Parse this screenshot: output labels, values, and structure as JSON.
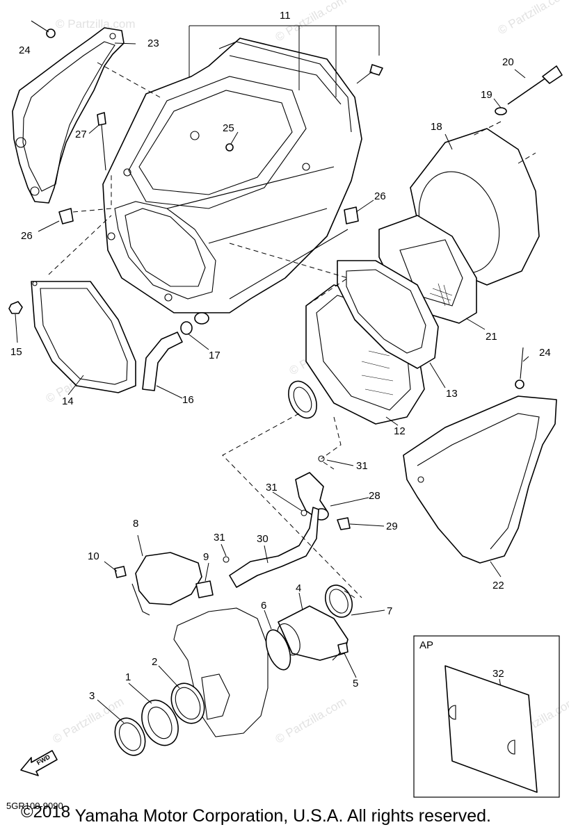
{
  "watermark": "© Partzilla.com",
  "callouts": {
    "p1": "1",
    "p2": "2",
    "p3": "3",
    "p4": "4",
    "p5": "5",
    "p6": "6",
    "p7": "7",
    "p8": "8",
    "p9": "9",
    "p10": "10",
    "p11": "11",
    "p12": "12",
    "p13": "13",
    "p14": "14",
    "p15": "15",
    "p16": "16",
    "p17": "17",
    "p18": "18",
    "p19": "19",
    "p20": "20",
    "p21": "21",
    "p22": "22",
    "p23": "23",
    "p24a": "24",
    "p24b": "24",
    "p25": "25",
    "p26a": "26",
    "p26b": "26",
    "p27": "27",
    "p28": "28",
    "p29": "29",
    "p30": "30",
    "p31a": "31",
    "p31b": "31",
    "p31c": "31",
    "p32": "32"
  },
  "inset_label": "AP",
  "fwd_label": "FWD",
  "drawing_code": "5GR100-9090",
  "copyright": {
    "year": "©2018",
    "text": " Yamaha Motor Corporation, U.S.A. All rights reserved."
  }
}
